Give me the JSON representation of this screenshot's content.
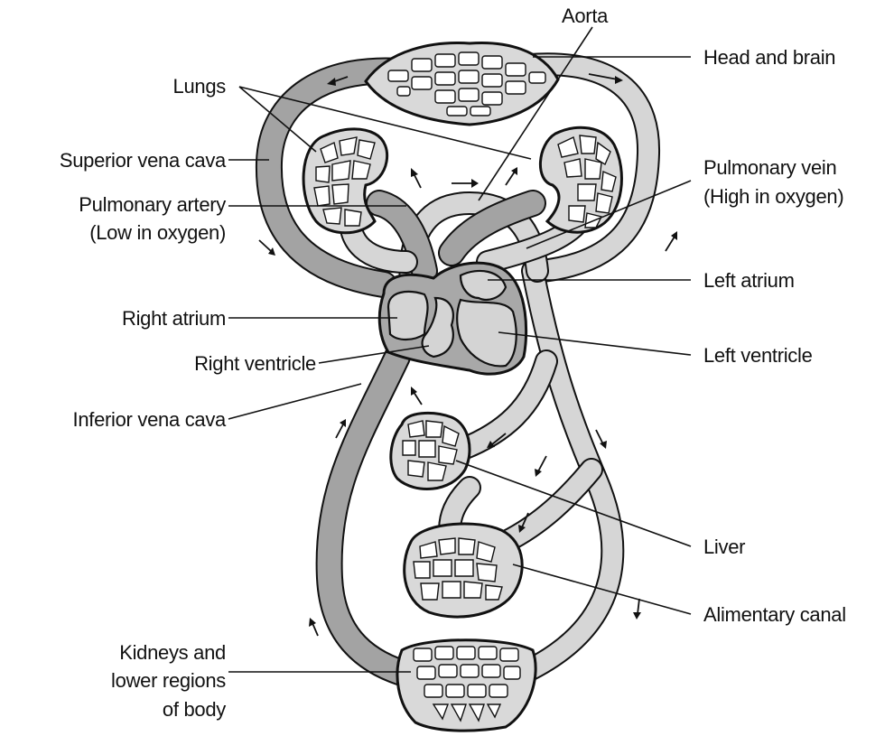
{
  "labels": {
    "aorta": "Aorta",
    "head_and_brain": "Head and brain",
    "lungs": "Lungs",
    "superior_vena_cava": "Superior vena cava",
    "pulmonary_artery_line1": "Pulmonary artery",
    "pulmonary_artery_line2": "(Low in oxygen)",
    "pulmonary_vein_line1": "Pulmonary vein",
    "pulmonary_vein_line2": "(High in oxygen)",
    "left_atrium": "Left atrium",
    "right_atrium": "Right atrium",
    "right_ventricle": "Right ventricle",
    "left_ventricle": "Left ventricle",
    "inferior_vena_cava": "Inferior vena cava",
    "liver": "Liver",
    "alimentary_canal": "Alimentary canal",
    "kidneys_line1": "Kidneys and",
    "kidneys_line2": "lower regions",
    "kidneys_line3": "of body"
  },
  "colors": {
    "deoxygenated_vessel": "#a3a3a3",
    "oxygenated_vessel": "#d6d6d6",
    "organ_fill": "#d9d9d9",
    "outline": "#111111"
  }
}
